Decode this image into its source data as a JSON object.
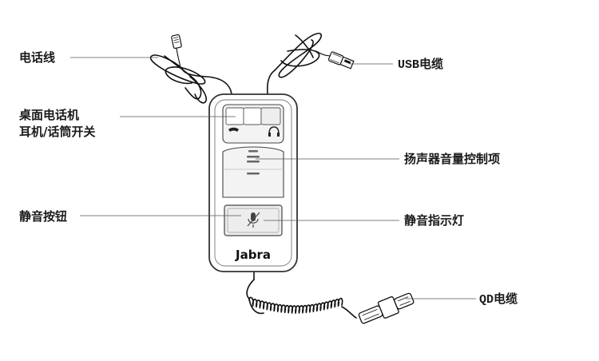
{
  "labels": {
    "phone_line": "电话线",
    "usb_cable": "USB电缆",
    "desk_phone": "桌面电话机",
    "headset_handset_switch": "耳机/话筒开关",
    "speaker_volume": "扬声器音量控制项",
    "mute_button": "静音按钮",
    "mute_indicator": "静音指示灯",
    "qd_cable": "QD电缆"
  },
  "device": {
    "brand": "Jabra"
  },
  "icons": {
    "handset": "handset-icon",
    "headset": "headset-icon",
    "mute": "mute-mic-icon"
  },
  "colors": {
    "line": "#111111",
    "leader": "#555555",
    "device_outline": "#333333",
    "panel_fill": "#f2f2f2"
  }
}
